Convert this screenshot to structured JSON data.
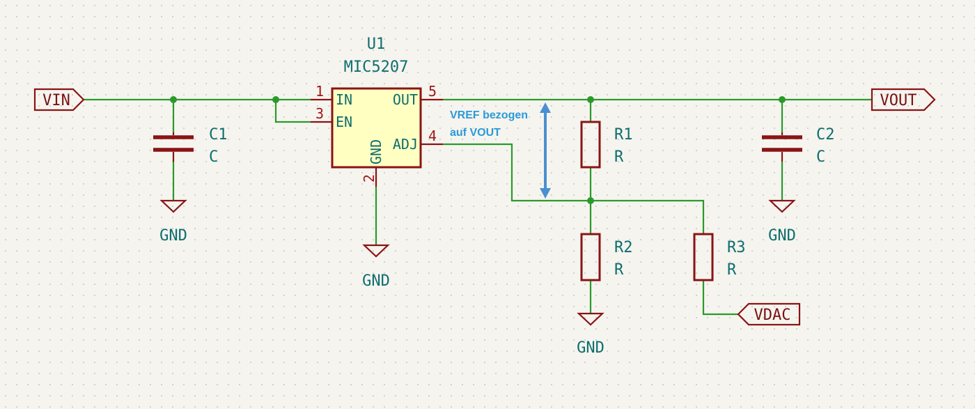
{
  "regulator": {
    "ref": "U1",
    "value": "MIC5207",
    "pins": [
      {
        "number": "1",
        "name": "IN"
      },
      {
        "number": "3",
        "name": "EN"
      },
      {
        "number": "5",
        "name": "OUT"
      },
      {
        "number": "4",
        "name": "ADJ"
      },
      {
        "number": "2",
        "name": "GND"
      }
    ]
  },
  "components": {
    "c1": {
      "ref": "C1",
      "value": "C"
    },
    "c2": {
      "ref": "C2",
      "value": "C"
    },
    "r1": {
      "ref": "R1",
      "value": "R"
    },
    "r2": {
      "ref": "R2",
      "value": "R"
    },
    "r3": {
      "ref": "R3",
      "value": "R"
    }
  },
  "labels": {
    "vin": "VIN",
    "vout": "VOUT",
    "vdac": "VDAC"
  },
  "ground": {
    "c1": "GND",
    "u1": "GND",
    "r2": "GND",
    "c2": "GND"
  },
  "annotation": {
    "line1": "VREF bezogen",
    "line2": "auf VOUT"
  },
  "colors": {
    "background": "#f5f4ef",
    "grid_dot": "#c9c6bd",
    "wire": "#2a9a2a",
    "symbol_body": "#8a1414",
    "chip_fill": "#ffffc2",
    "text": "#0f6e6e",
    "pin_number": "#a01818",
    "annotation": "#2a9ad8"
  }
}
